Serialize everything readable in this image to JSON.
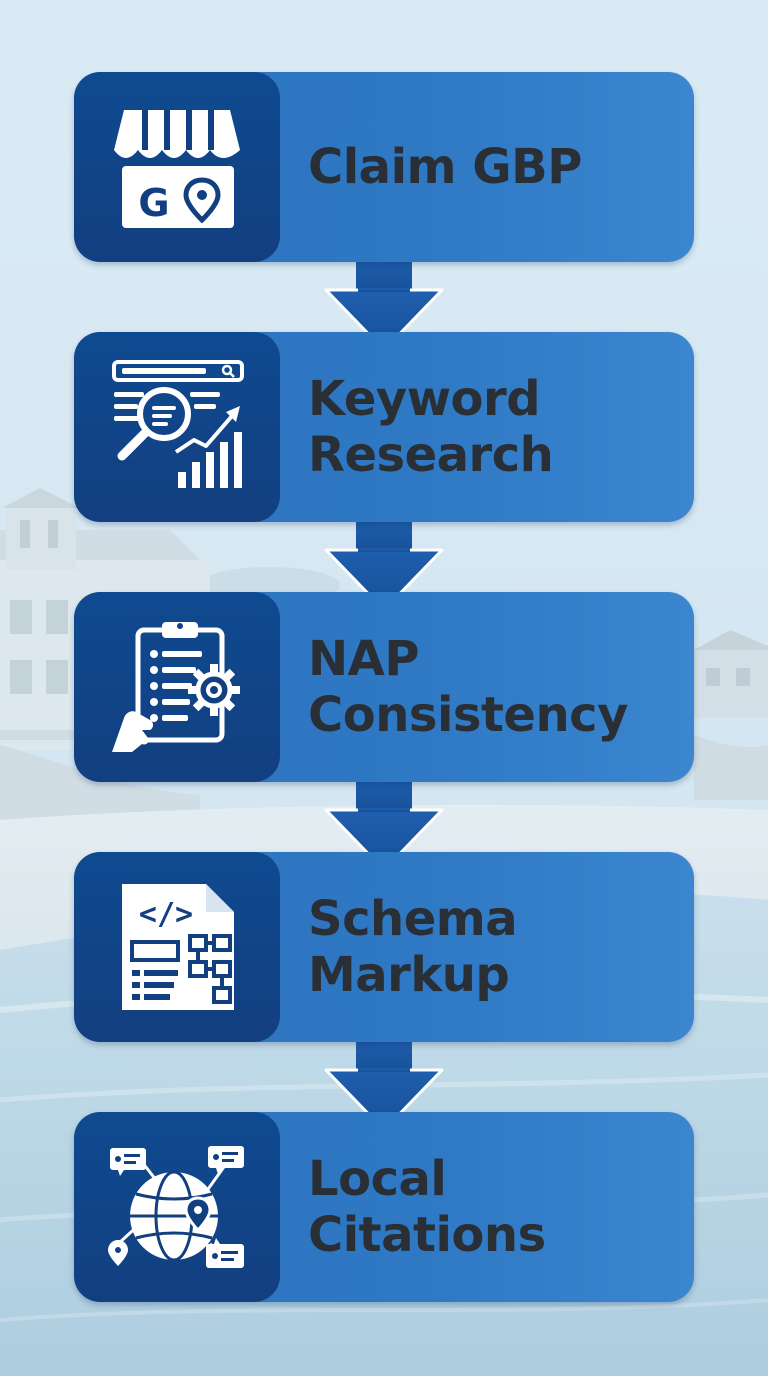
{
  "steps": [
    {
      "lines": [
        "Claim GBP"
      ],
      "icon": "storefront-g-pin-icon"
    },
    {
      "lines": [
        "Keyword",
        "Research"
      ],
      "icon": "magnifier-chart-icon"
    },
    {
      "lines": [
        "NAP",
        "Consistency"
      ],
      "icon": "clipboard-gear-icon"
    },
    {
      "lines": [
        "Schema",
        "Markup"
      ],
      "icon": "code-document-icon"
    },
    {
      "lines": [
        "Local",
        "Citations"
      ],
      "icon": "globe-pins-icon"
    }
  ],
  "colors": {
    "box": "#2e76c3",
    "icon_tile": "#123f80",
    "arrow": "#1c5aa6",
    "text": "#2a2f36"
  }
}
